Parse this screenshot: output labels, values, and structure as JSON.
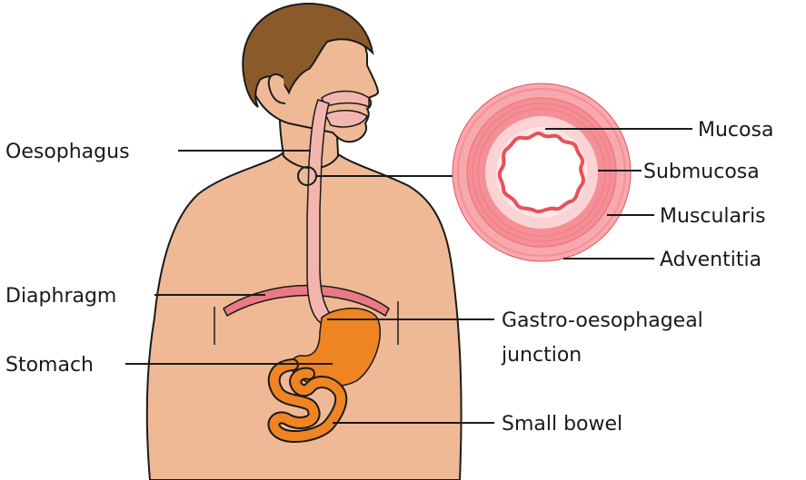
{
  "labels": {
    "oesophagus": "Oesophagus",
    "diaphragm": "Diaphragm",
    "stomach": "Stomach",
    "gastro_line1": "Gastro-oesophageal",
    "gastro_line2": "junction",
    "small_bowel": "Small bowel",
    "mucosa": "Mucosa",
    "submucosa": "Submucosa",
    "muscularis": "Muscularis",
    "adventitia": "Adventitia"
  },
  "colors": {
    "skin": "#efb996",
    "skin_outline": "#1a1a1a",
    "hair": "#8a5a2b",
    "oesophagus": "#f3b6ae",
    "stomach": "#ee8422",
    "diaphragm": "#e97983",
    "adventitia_ring": "#f7a9ae",
    "muscularis_ring": "#f58f96",
    "submucosa_ring": "#fbd3d4",
    "mucosa_ring": "#ffe6e6",
    "mucosa_edge": "#e8505a"
  }
}
